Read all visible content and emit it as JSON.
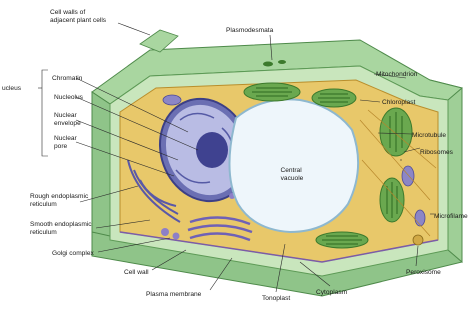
{
  "diagram": {
    "labels": {
      "cell_walls": [
        "Cell walls of",
        "adjacent plant cells"
      ],
      "plasmodesmata": "Plasmodesmata",
      "mitochondrion": "Mitochondrion",
      "chloroplast": "Chloroplast",
      "microtubule": "Microtubule",
      "ribosomes": "Ribosomes",
      "microfilament": "Microfilame",
      "peroxisome": "Peroxisome",
      "cytoplasm": "Cytoplasm",
      "tonoplast": "Tonoplast",
      "plasma_membrane": "Plasma membrane",
      "cell_wall": "Cell wall",
      "golgi_complex": "Golgi complex",
      "smooth_er": [
        "Smooth endoplasmic",
        "reticulum"
      ],
      "rough_er": [
        "Rough endoplasmic",
        "reticulum"
      ],
      "nucleus": "ucleus",
      "chromatin": "Chromatin",
      "nucleolus": "Nucleolus",
      "nuclear_envelope": [
        "Nuclear",
        "envelope"
      ],
      "nuclear_pore": [
        "Nuclear",
        "pore"
      ],
      "central_vacuole": [
        "Central",
        "vacuole"
      ]
    }
  }
}
